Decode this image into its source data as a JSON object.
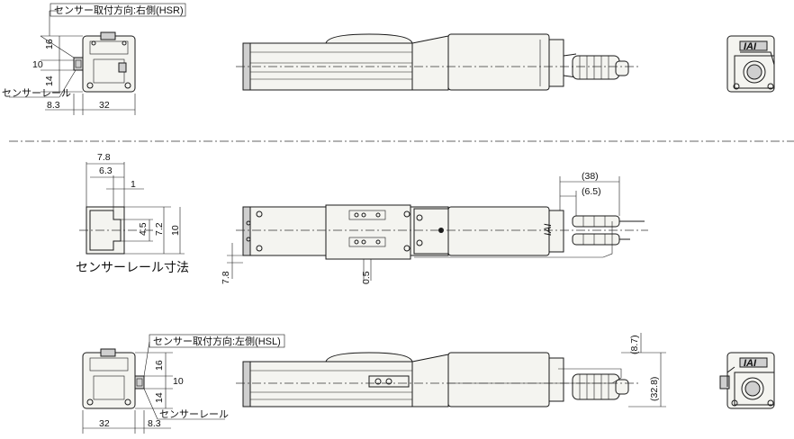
{
  "labels": {
    "hsr_direction": "センサー取付方向:右側(HSR)",
    "hsl_direction": "センサー取付方向:左側(HSL)",
    "sensor_rail_top": "センサーレール",
    "sensor_rail_bottom": "センサーレール",
    "rail_dims_caption": "センサーレール寸法"
  },
  "dims_top_left": {
    "d16": "16",
    "d10": "10",
    "d14": "14",
    "d8_3": "8.3",
    "d32": "32"
  },
  "dims_rail": {
    "d7_8": "7.8",
    "d6_3": "6.3",
    "d1": "1",
    "d4_5": "4.5",
    "d7_2": "7.2",
    "d10": "10"
  },
  "dims_middle": {
    "d38": "(38)",
    "d6_5": "(6.5)",
    "d7_8": "7.8",
    "d0_5": "0.5"
  },
  "dims_bottom_left": {
    "d16": "16",
    "d10": "10",
    "d14": "14",
    "d32": "32",
    "d8_3": "8.3"
  },
  "dims_bottom_right": {
    "d8_7": "(8.7)",
    "d32_8": "(32.8)"
  },
  "logo_text": "IAI"
}
